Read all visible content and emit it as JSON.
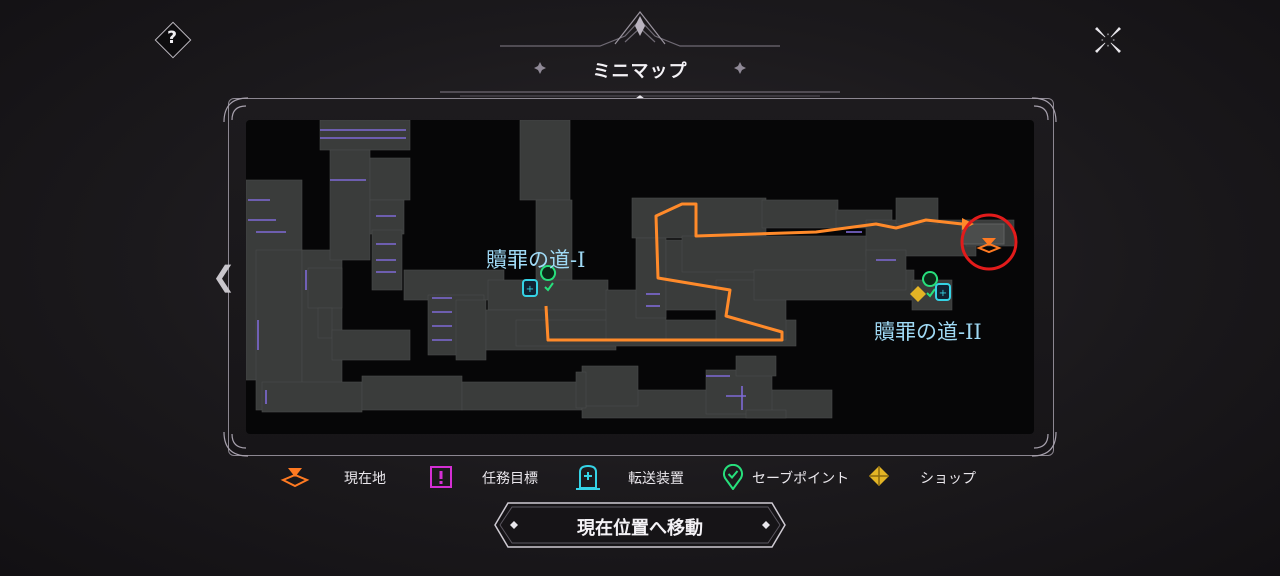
{
  "header": {
    "title": "ミニマップ",
    "help_label": "?"
  },
  "map": {
    "area_labels": [
      "贖罪の道-I",
      "贖罪の道-II"
    ]
  },
  "legend": [
    {
      "icon": "current-location-icon",
      "label": "現在地",
      "color": "#ff7a22"
    },
    {
      "icon": "mission-target-icon",
      "label": "任務目標",
      "color": "#d42fd4"
    },
    {
      "icon": "teleporter-icon",
      "label": "転送装置",
      "color": "#35d3e6"
    },
    {
      "icon": "save-point-icon",
      "label": "セーブポイント",
      "color": "#27e07c"
    },
    {
      "icon": "shop-icon",
      "label": "ショップ",
      "color": "#e3b425"
    }
  ],
  "actions": {
    "move_to_current": "現在位置へ移動"
  },
  "colors": {
    "route": "#ff8a2a",
    "highlight_circle": "#e21b1b",
    "room_fill": "#3a3c3b",
    "door": "#7e6ad6"
  }
}
